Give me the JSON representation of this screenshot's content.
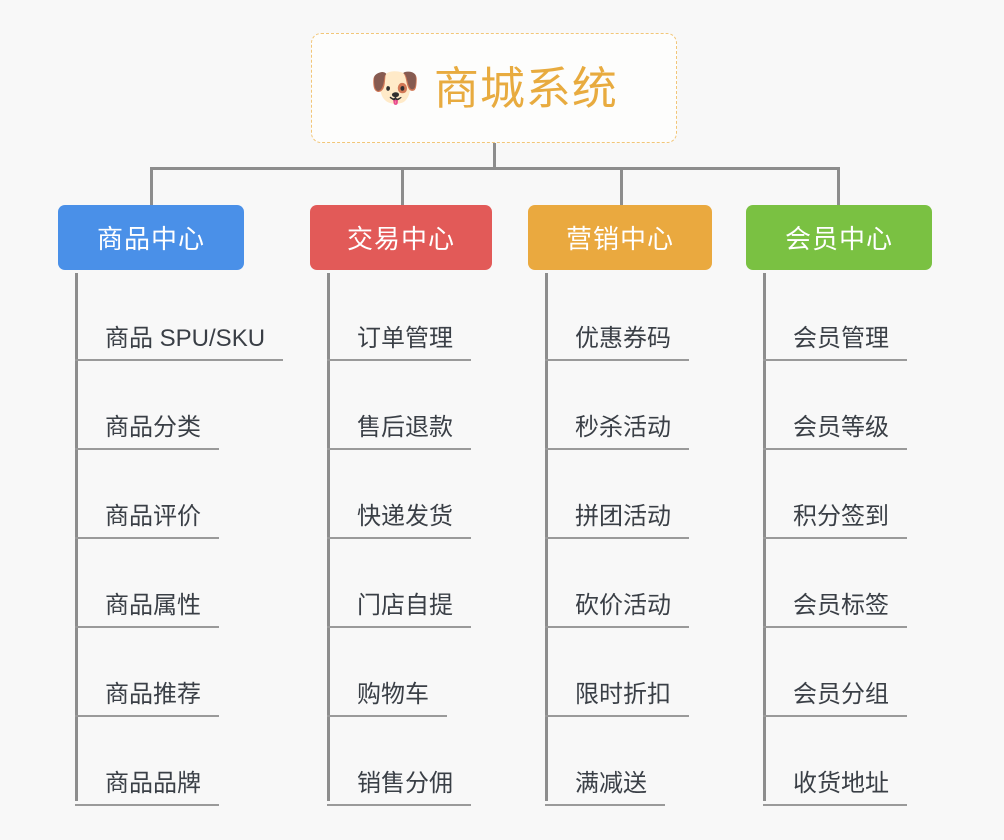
{
  "root": {
    "icon": "dog-face-emoji",
    "icon_glyph": "🐶",
    "title": "商城系统",
    "border_color": "#f2c678",
    "title_color": "#e8ab3f"
  },
  "connector_color": "#8d8d8d",
  "background_color": "#f8f8f8",
  "branches": [
    {
      "label": "商品中心",
      "color": "#4a90e8",
      "items": [
        "商品 SPU/SKU",
        "商品分类",
        "商品评价",
        "商品属性",
        "商品推荐",
        "商品品牌"
      ]
    },
    {
      "label": "交易中心",
      "color": "#e25a58",
      "items": [
        "订单管理",
        "售后退款",
        "快递发货",
        "门店自提",
        "购物车",
        "销售分佣"
      ]
    },
    {
      "label": "营销中心",
      "color": "#eaa93f",
      "items": [
        "优惠券码",
        "秒杀活动",
        "拼团活动",
        "砍价活动",
        "限时折扣",
        "满减送"
      ]
    },
    {
      "label": "会员中心",
      "color": "#7ac142",
      "items": [
        "会员管理",
        "会员等级",
        "积分签到",
        "会员标签",
        "会员分组",
        "收货地址"
      ]
    }
  ]
}
